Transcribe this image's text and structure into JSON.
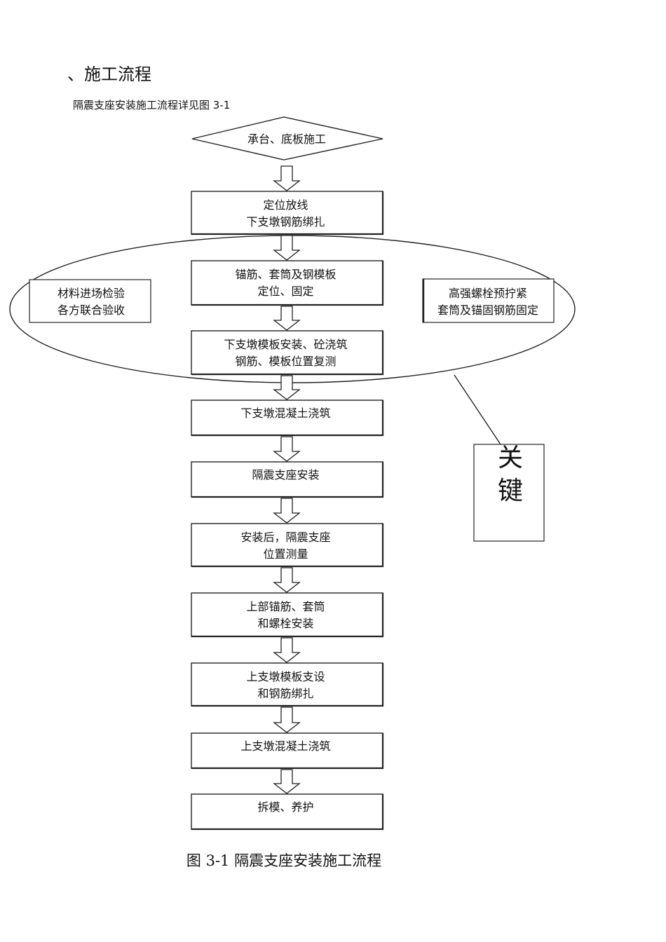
{
  "section_heading": "、施工流程",
  "intro_text": "隔震支座安装施工流程详见图 3-1",
  "flow": {
    "start": [
      "承台、底板施工"
    ],
    "steps": [
      [
        "定位放线",
        "下支墩钢筋绑扎"
      ],
      [
        "锚筋、套筒及钢模板",
        "定位、固定"
      ],
      [
        "下支墩模板安装、砼浇筑",
        "钢筋、模板位置复测"
      ],
      [
        "下支墩混凝土浇筑"
      ],
      [
        "隔震支座安装"
      ],
      [
        "安装后，隔震支座",
        "位置测量"
      ],
      [
        "上部锚筋、套筒",
        "和螺栓安装"
      ],
      [
        "上支墩模板支设",
        "和钢筋绑扎"
      ],
      [
        "上支墩混凝土浇筑"
      ],
      [
        "拆模、养护"
      ]
    ],
    "left_note": [
      "材料进场检验",
      "各方联合验收"
    ],
    "right_note": [
      "高强螺栓预拧紧",
      "套筒及锚固钢筋固定"
    ],
    "key_label": [
      "关",
      "键"
    ]
  },
  "figure_caption": "图 3-1 隔震支座安装施工流程"
}
